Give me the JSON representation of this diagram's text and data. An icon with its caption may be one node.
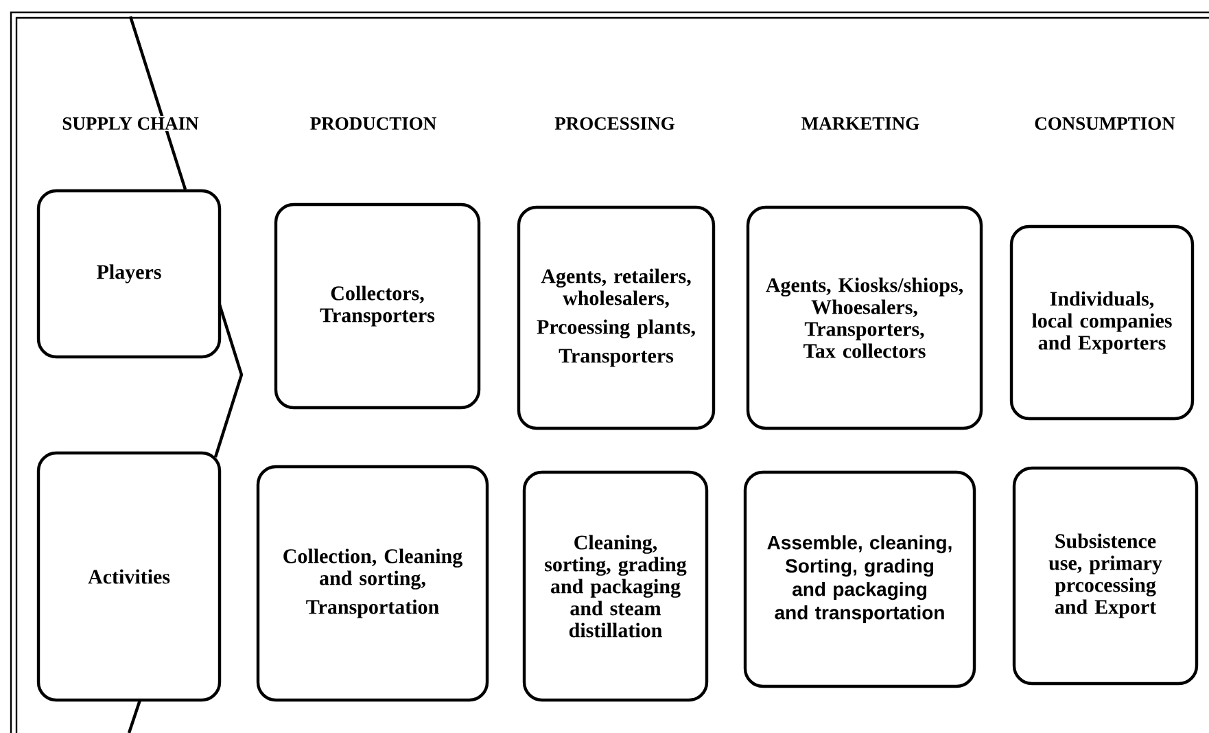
{
  "diagram": {
    "nodes": [
      {
        "text": [
          "Players"
        ]
      },
      {
        "text": [
          "Activities"
        ]
      },
      {
        "text": [
          "Collectors, Transporters"
        ]
      },
      {
        "text": [
          "Collection, Cleaning and sorting,",
          "Transportation"
        ]
      },
      {
        "text": [
          "Agents, retailers, wholesalers,",
          "Prcoessing plants,",
          "Transporters"
        ]
      },
      {
        "text": [
          "Cleaning, sorting, grading and packaging and steam distillation"
        ]
      },
      {
        "text": [
          "Agents, Kiosks/shiops, Whoesalers, Transporters, Tax collectors"
        ]
      },
      {
        "text": [
          "Assemble, cleaning, Sorting, grading and packaging and transportation"
        ]
      },
      {
        "text": [
          "Individuals, local companies and Exporters"
        ]
      },
      {
        "text": [
          "Subsistence use, primary prcocessing and Export"
        ]
      }
    ],
    "labels": [
      "SUPPLY CHAIN",
      "PRODUCTION",
      "PROCESSING",
      "MARKETING",
      "CONSUMPTION"
    ]
  }
}
